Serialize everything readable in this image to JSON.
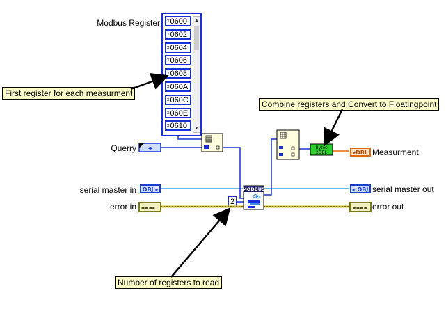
{
  "labels": {
    "modbus_register": "Modbus Register",
    "querry": "Querry",
    "serial_master_in": "serial master in",
    "error_in": "error in",
    "serial_master_out": "serial master out",
    "error_out": "error out",
    "measurement": "Measurment"
  },
  "notes": {
    "first_register": "First register for each measurment",
    "combine": "Combine registers and Convert to Floatingpoint",
    "num_registers": "Number of registers to read"
  },
  "register_array": {
    "radix_prefix": "x",
    "values": [
      "0600",
      "0602",
      "0604",
      "0606",
      "0608",
      "060A",
      "060C",
      "060E",
      "0610"
    ]
  },
  "constant": "2",
  "terminals": {
    "obj": "OBJ",
    "dbl": "DBL"
  },
  "blocks": {
    "modbus": "MODBUS",
    "bytes_line1": "Bytes",
    "bytes_line2": "2DBL"
  },
  "colors": {
    "wire_blue": "#1a2fd6",
    "wire_refnum": "#37a0d8",
    "wire_error": "#d3c21f",
    "wire_orange": "#e06a10",
    "note_bg": "#ffffcc"
  }
}
